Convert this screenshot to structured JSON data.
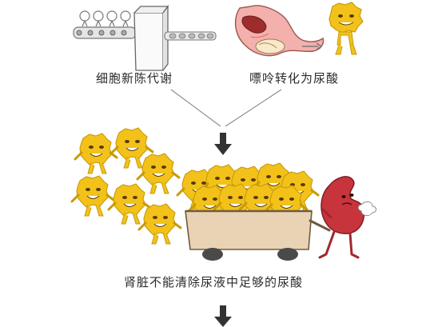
{
  "diagram": {
    "step1_label": "细胞新陈代谢",
    "step2_label": "嘌呤转化为尿酸",
    "result_label": "肾脏不能清除尿液中足够的尿酸"
  },
  "colors": {
    "uric_acid": "#f2c21b",
    "uric_acid_dark": "#c99a06",
    "kidney": "#c8343c",
    "cart": "#e9d3b4",
    "arrow": "#333333",
    "line": "#8a8a8a"
  },
  "icons": [
    "conveyor-belt-icon",
    "stomach-icon",
    "uric-acid-character-icon",
    "kidney-character-icon",
    "cart-icon",
    "arrow-down-icon"
  ]
}
